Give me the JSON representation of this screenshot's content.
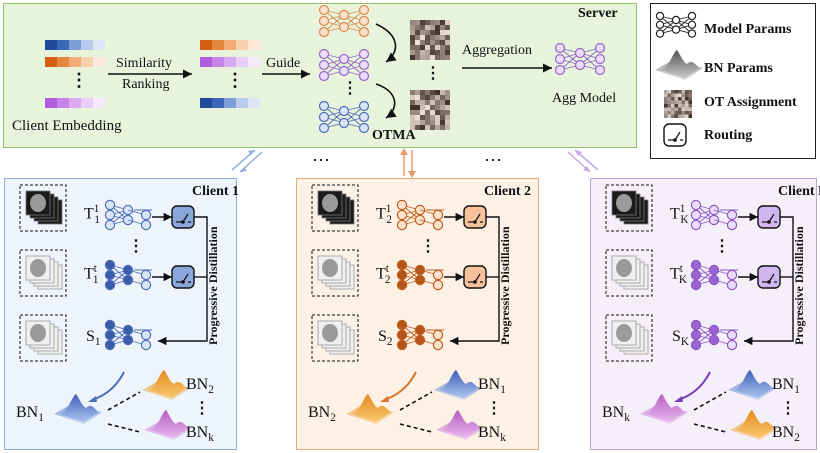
{
  "server": {
    "title": "Server",
    "client_embedding": "Client Embedding",
    "similarity": "Similarity",
    "ranking": "Ranking",
    "guide": "Guide",
    "otma": "OTMA",
    "aggregation": "Aggregation",
    "agg_model": "Agg Model",
    "dots": "⋮",
    "dots_h": "⋯"
  },
  "legend": {
    "model_params": "Model Params",
    "bn_params": "BN Params",
    "ot_assignment": "OT Assignment",
    "routing": "Routing"
  },
  "clients": [
    {
      "title": "Client 1",
      "t1": "T",
      "t1_sub": "1",
      "t1_sup": "1",
      "tt_sup": "t",
      "s_sub": "1",
      "bn_left": "BN",
      "bn_left_sub": "1",
      "bn_top": "BN",
      "bn_top_sub": "2",
      "bn_bot": "BN",
      "bn_bot_sub": "k",
      "distill": "Progressive Distillation"
    },
    {
      "title": "Client 2",
      "t1": "T",
      "t1_sub": "2",
      "t1_sup": "1",
      "tt_sup": "t",
      "s_sub": "2",
      "bn_left": "BN",
      "bn_left_sub": "2",
      "bn_top": "BN",
      "bn_top_sub": "1",
      "bn_bot": "BN",
      "bn_bot_sub": "k",
      "distill": "Progressive Distillation"
    },
    {
      "title": "Client K",
      "t1": "T",
      "t1_sub": "K",
      "t1_sup": "1",
      "tt_sup": "t",
      "s_sub": "K",
      "bn_left": "BN",
      "bn_left_sub": "k",
      "bn_top": "BN",
      "bn_top_sub": "1",
      "bn_bot": "BN",
      "bn_bot_sub": "2",
      "distill": "Progressive Distillation"
    }
  ],
  "colors": {
    "server_bg": "#e8f3dc",
    "server_border": "#8fbf6a",
    "client1_bg": "#eef4fb",
    "client1_border": "#8fb0d8",
    "client2_bg": "#fdf1e6",
    "client2_border": "#eba97a",
    "clientk_bg": "#f5effa",
    "clientk_border": "#bea2d8",
    "blue": "#5878c0",
    "orange": "#d9742c",
    "purple": "#9c6fcf"
  }
}
